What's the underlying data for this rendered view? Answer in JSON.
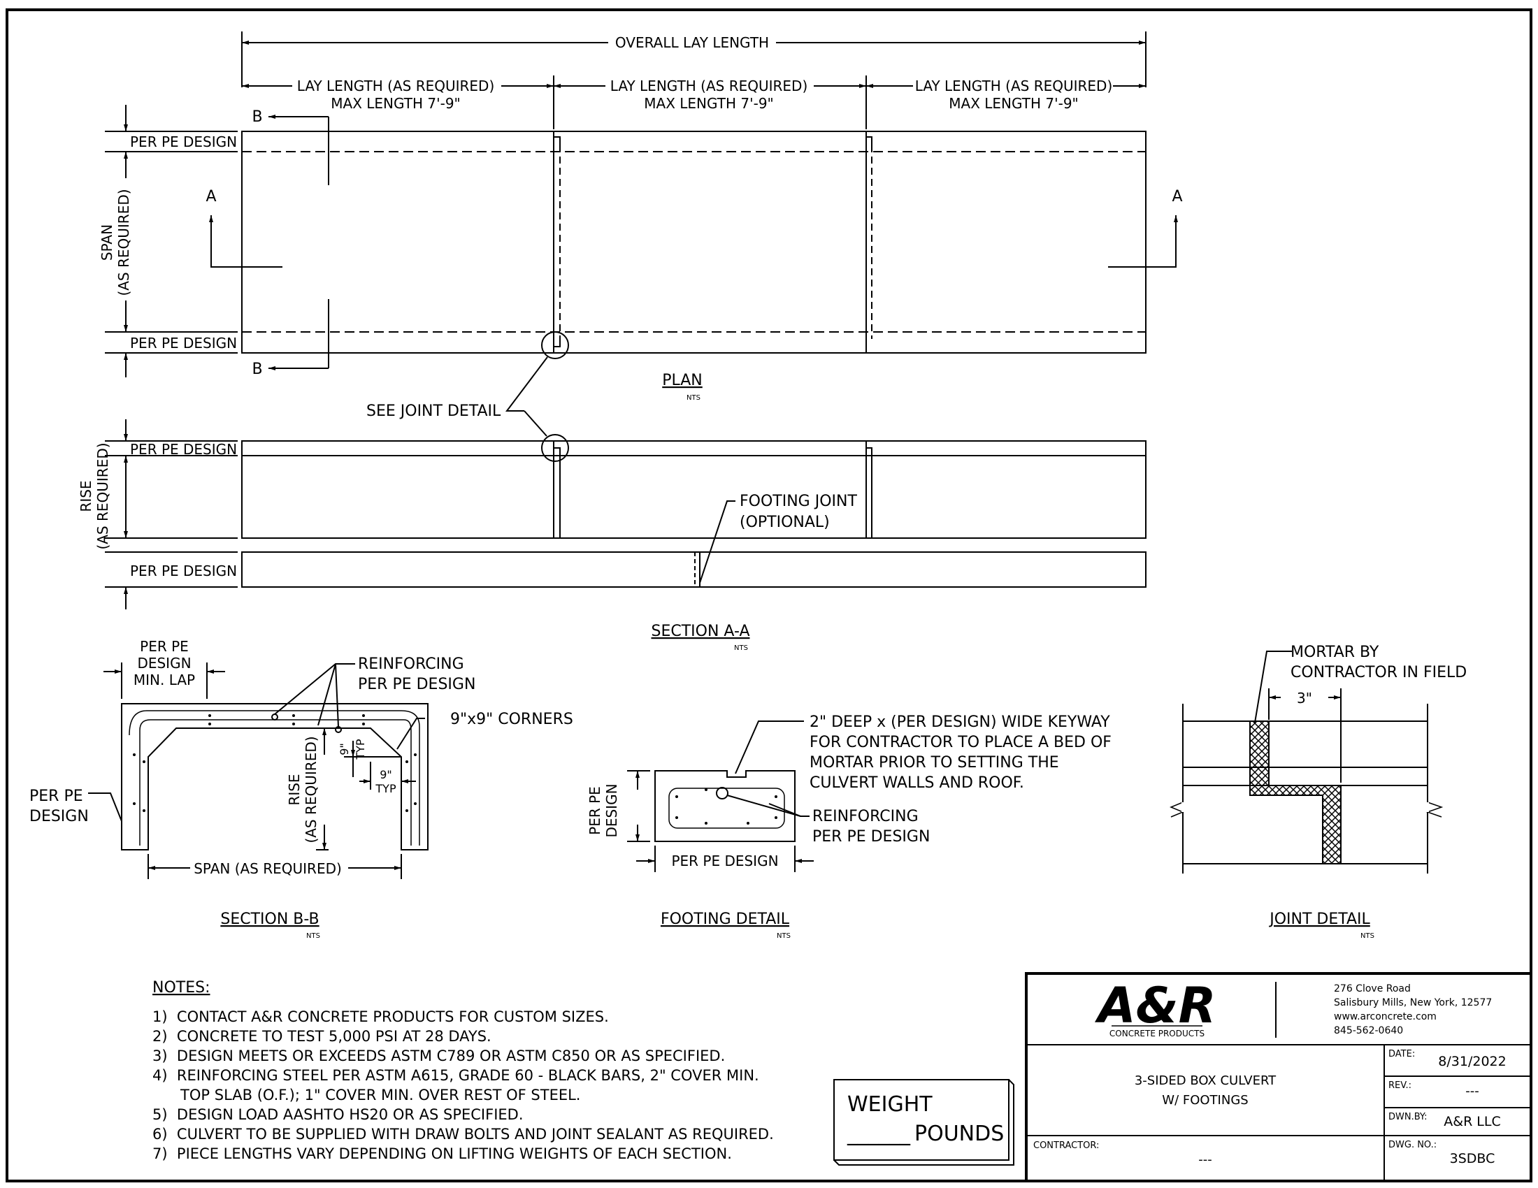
{
  "plan": {
    "overall": "OVERALL LAY LENGTH",
    "lay": "LAY LENGTH (AS REQUIRED)",
    "max": "MAX LENGTH 7'-9\"",
    "pe": "PER PE DESIGN",
    "span1": "SPAN",
    "span2": "(AS REQUIRED)",
    "a": "A",
    "b": "B",
    "title": "PLAN",
    "nts": "NTS",
    "joint_ref": "SEE JOINT DETAIL"
  },
  "section_aa": {
    "pe": "PER PE DESIGN",
    "rise1": "RISE",
    "rise2": "(AS REQUIRED)",
    "footing1": "FOOTING JOINT",
    "footing2": "(OPTIONAL)",
    "title": "SECTION A-A",
    "nts": "NTS"
  },
  "section_bb": {
    "lap1": "PER PE",
    "lap2": "DESIGN",
    "lap3": "MIN. LAP",
    "reinf1": "REINFORCING",
    "reinf2": "PER PE DESIGN",
    "corners": "9\"x9\" CORNERS",
    "pe1": "PER PE",
    "pe2": "DESIGN",
    "rise1": "RISE",
    "rise2": "(AS REQUIRED)",
    "nine": "9\"",
    "typ": "TYP",
    "span": "SPAN (AS REQUIRED)",
    "title": "SECTION B-B",
    "nts": "NTS"
  },
  "footing": {
    "key1": "2\" DEEP x (PER DESIGN) WIDE KEYWAY",
    "key2": "FOR CONTRACTOR TO PLACE A BED OF",
    "key3": "MORTAR PRIOR TO SETTING THE",
    "key4": "CULVERT WALLS AND ROOF.",
    "reinf1": "REINFORCING",
    "reinf2": "PER PE DESIGN",
    "pe1": "PER PE",
    "pe2": "DESIGN",
    "pe": "PER PE DESIGN",
    "title": "FOOTING DETAIL",
    "nts": "NTS"
  },
  "joint": {
    "mortar1": "MORTAR BY",
    "mortar2": "CONTRACTOR IN FIELD",
    "three": "3\"",
    "title": "JOINT DETAIL",
    "nts": "NTS"
  },
  "notes": {
    "title": "NOTES:",
    "items": [
      "1)  CONTACT A&R CONCRETE PRODUCTS FOR CUSTOM SIZES.",
      "2)  CONCRETE TO TEST 5,000 PSI AT 28 DAYS.",
      "3)  DESIGN MEETS OR EXCEEDS ASTM C789 OR ASTM C850 OR AS SPECIFIED.",
      "4)  REINFORCING STEEL PER ASTM A615, GRADE 60 - BLACK BARS, 2\" COVER MIN.",
      "      TOP SLAB (O.F.); 1\" COVER MIN. OVER REST OF STEEL.",
      "5)  DESIGN LOAD AASHTO HS20 OR AS SPECIFIED.",
      "6)  CULVERT TO BE SUPPLIED WITH DRAW BOLTS AND JOINT SEALANT AS REQUIRED.",
      "7)  PIECE LENGTHS VARY DEPENDING ON LIFTING WEIGHTS OF EACH SECTION."
    ]
  },
  "weight": {
    "label": "WEIGHT",
    "blank": "______",
    "unit": "POUNDS"
  },
  "title_block": {
    "logo": "A&R",
    "logo_sub": "CONCRETE PRODUCTS",
    "addr1": "276 Clove Road",
    "addr2": "Salisbury Mills, New York, 12577",
    "addr3": "www.arconcrete.com",
    "addr4": "845-562-0640",
    "name1": "3-SIDED BOX CULVERT",
    "name2": "W/ FOOTINGS",
    "contractor_label": "CONTRACTOR:",
    "contractor": "---",
    "date_label": "DATE:",
    "date": "8/31/2022",
    "rev_label": "REV.:",
    "rev": "---",
    "dwn_label": "DWN.BY:",
    "dwn": "A&R LLC",
    "dwg_label": "DWG. NO.:",
    "dwg": "3SDBC"
  }
}
